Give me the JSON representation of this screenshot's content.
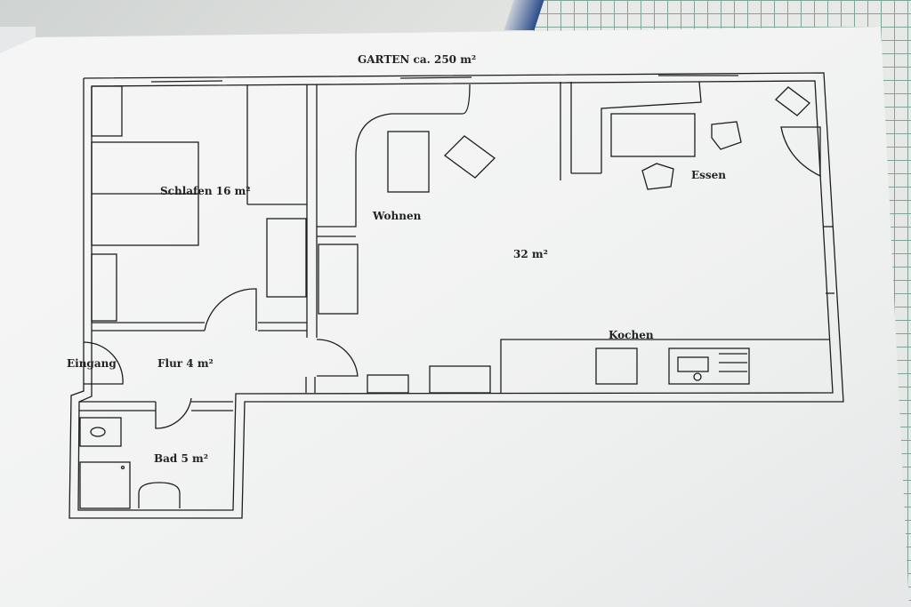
{
  "plan": {
    "garden_label": "GARTEN ca. 250 m²",
    "rooms": {
      "schlafen": "Schlafen 16 m²",
      "wohnen": "Wohnen",
      "area_32": "32 m²",
      "essen": "Essen",
      "kochen": "Kochen",
      "eingang": "Eingang",
      "flur": "Flur 4 m²",
      "bad": "Bad 5 m²"
    }
  },
  "colors": {
    "paper": "#f4f5f4",
    "line": "#1e1e1e",
    "grid": "#6f9a8f",
    "blue_edge": "#2a4c8c"
  }
}
